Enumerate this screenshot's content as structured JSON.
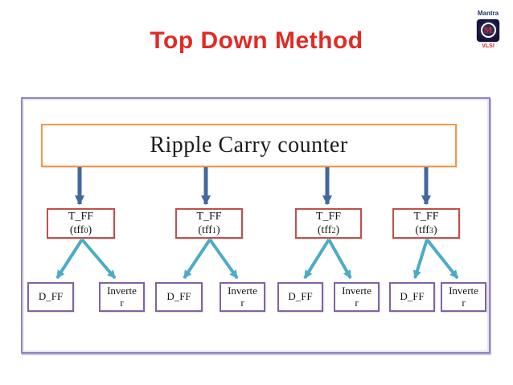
{
  "slide": {
    "title": "Top Down Method"
  },
  "logo": {
    "brand": "Mantra",
    "monogram": "M",
    "caption": "VLSI"
  },
  "diagram": {
    "root_label": "Ripple Carry counter",
    "tff_nodes": [
      {
        "name": "T_FF",
        "instance_open": "(tff",
        "index": "0",
        "instance_close": ")"
      },
      {
        "name": "T_FF",
        "instance_open": "(tff",
        "index": "1",
        "instance_close": ")"
      },
      {
        "name": "T_FF",
        "instance_open": "(tff",
        "index": "2",
        "instance_close": ")"
      },
      {
        "name": "T_FF",
        "instance_open": "(tff",
        "index": "3",
        "instance_close": ")"
      }
    ],
    "leaf_nodes": [
      {
        "label": "D_FF"
      },
      {
        "label": "Inverter"
      },
      {
        "label": "D_FF"
      },
      {
        "label": "Inverter"
      },
      {
        "label": "D_FF"
      },
      {
        "label": "Inverter"
      },
      {
        "label": "D_FF"
      },
      {
        "label": "Inverter"
      }
    ]
  },
  "colors": {
    "title_red": "#E12B26",
    "root_border_orange": "#F79646",
    "tff_border_red": "#C0504D",
    "leaf_border_purple": "#8064A2",
    "container_border_purple": "#9183BD",
    "arrow_dark_blue": "#44689E",
    "arrow_teal": "#4BACC6"
  }
}
